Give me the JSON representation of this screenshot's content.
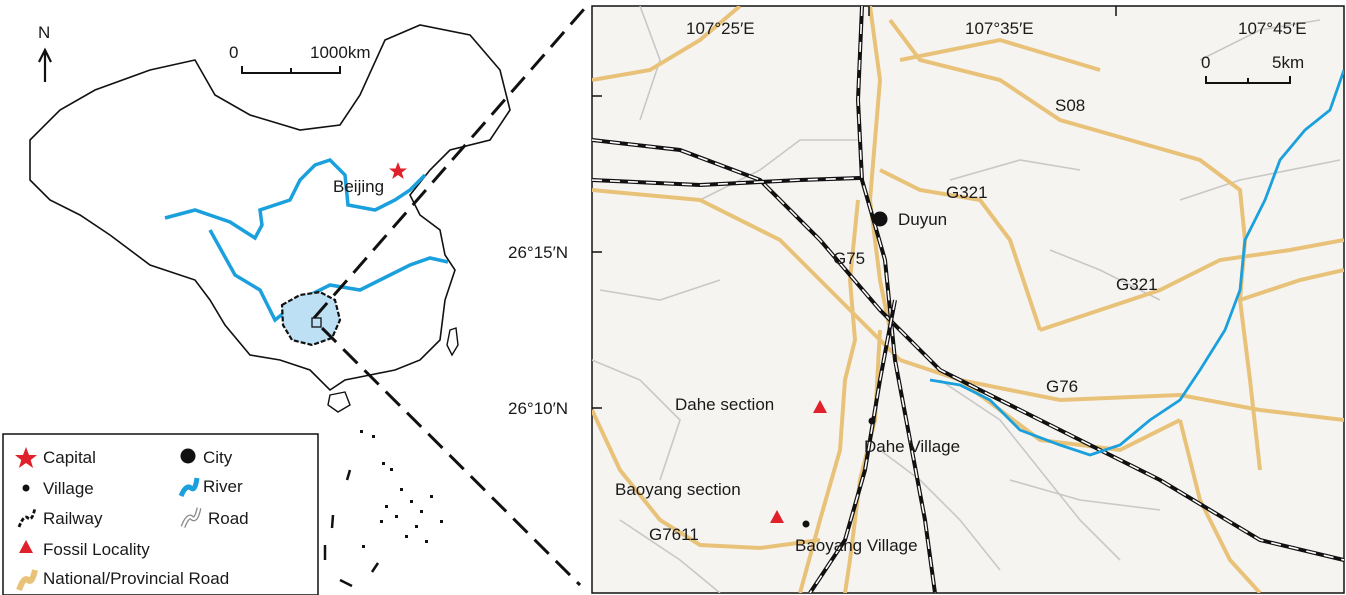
{
  "overview_map": {
    "north_label": "N",
    "scale": {
      "start": "0",
      "end": "1000km"
    },
    "capital_label": "Beijing"
  },
  "legend": {
    "capital": "Capital",
    "city": "City",
    "village": "Village",
    "river": "River",
    "railway": "Railway",
    "road": "Road",
    "fossil": "Fossil Locality",
    "national_road": "National/Provincial  Road"
  },
  "detail_map": {
    "lon_ticks": [
      "107°25′E",
      "107°35′E",
      "107°45′E"
    ],
    "lat_ticks": [
      "26°15′N",
      "26°10′N"
    ],
    "scale": {
      "start": "0",
      "end": "5km"
    },
    "roads": [
      "S08",
      "G321",
      "G75",
      "G321",
      "G76",
      "G7611"
    ],
    "places": {
      "city": "Duyun",
      "dahe_section": "Dahe section",
      "dahe_village": "Dahe Village",
      "baoyang_section": "Baoyang section",
      "baoyang_village": "Baoyang Village"
    }
  },
  "colors": {
    "river": "#1aa0dc",
    "national_road": "#e9c27a",
    "fossil": "#e0202a",
    "capital": "#e0202a",
    "province_fill": "#bde0f5",
    "map_bg": "#f6f4f1",
    "minor_road": "#c8c8c8"
  }
}
